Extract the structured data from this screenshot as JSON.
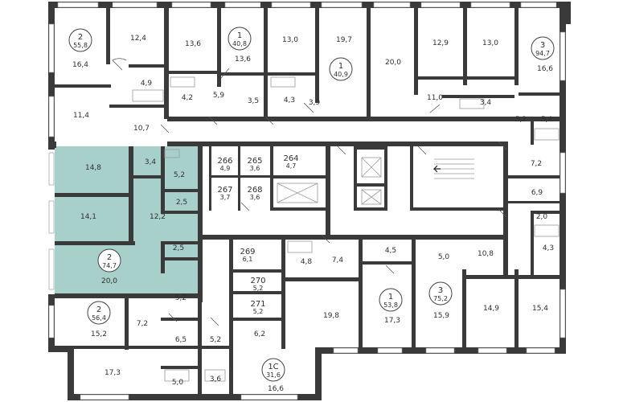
{
  "apartments": [
    {
      "id": "apt-2-558",
      "rooms": "2",
      "area": "55,8"
    },
    {
      "id": "apt-1-408",
      "rooms": "1",
      "area": "40,8"
    },
    {
      "id": "apt-1-409",
      "rooms": "1",
      "area": "40,9"
    },
    {
      "id": "apt-3-947",
      "rooms": "3",
      "area": "94,7"
    },
    {
      "id": "apt-2-747",
      "rooms": "2",
      "area": "74,7",
      "highlighted": true
    },
    {
      "id": "apt-2-564",
      "rooms": "2",
      "area": "56,4"
    },
    {
      "id": "apt-1c-316",
      "rooms": "1С",
      "area": "31,6"
    },
    {
      "id": "apt-1-538",
      "rooms": "1",
      "area": "53,8"
    },
    {
      "id": "apt-3-752",
      "rooms": "3",
      "area": "75,2"
    }
  ],
  "storage_units": [
    {
      "num": "266",
      "area": "4,9"
    },
    {
      "num": "265",
      "area": "3,6"
    },
    {
      "num": "264",
      "area": "4,7"
    },
    {
      "num": "267",
      "area": "3,7"
    },
    {
      "num": "268",
      "area": "3,6"
    },
    {
      "num": "269",
      "area": "6,1"
    },
    {
      "num": "270",
      "area": "5,2"
    },
    {
      "num": "271",
      "area": "5,2"
    }
  ],
  "rooms": [
    "16,4",
    "12,4",
    "13,6",
    "13,6",
    "13,0",
    "19,7",
    "20,0",
    "12,9",
    "13,0",
    "16,6",
    "4,9",
    "4,2",
    "5,9",
    "3,5",
    "4,3",
    "3,9",
    "11,0",
    "3,4",
    "11,4",
    "10,7",
    "5,2",
    "5,4",
    "14,8",
    "3,4",
    "5,2",
    "2,5",
    "12,2",
    "14,1",
    "2,5",
    "20,0",
    "7,2",
    "6,9",
    "2,0",
    "4,3",
    "10,8",
    "4,5",
    "5,0",
    "7,4",
    "4,8",
    "17,3",
    "15,9",
    "14,9",
    "15,4",
    "19,8",
    "6,2",
    "5,2",
    "7,2",
    "15,2",
    "6,5",
    "5,2",
    "17,3",
    "5,0",
    "3,6",
    "16,6"
  ],
  "colors": {
    "wall": "#3a3a3a",
    "highlight": "#a8d0cb",
    "background": "#ffffff"
  }
}
